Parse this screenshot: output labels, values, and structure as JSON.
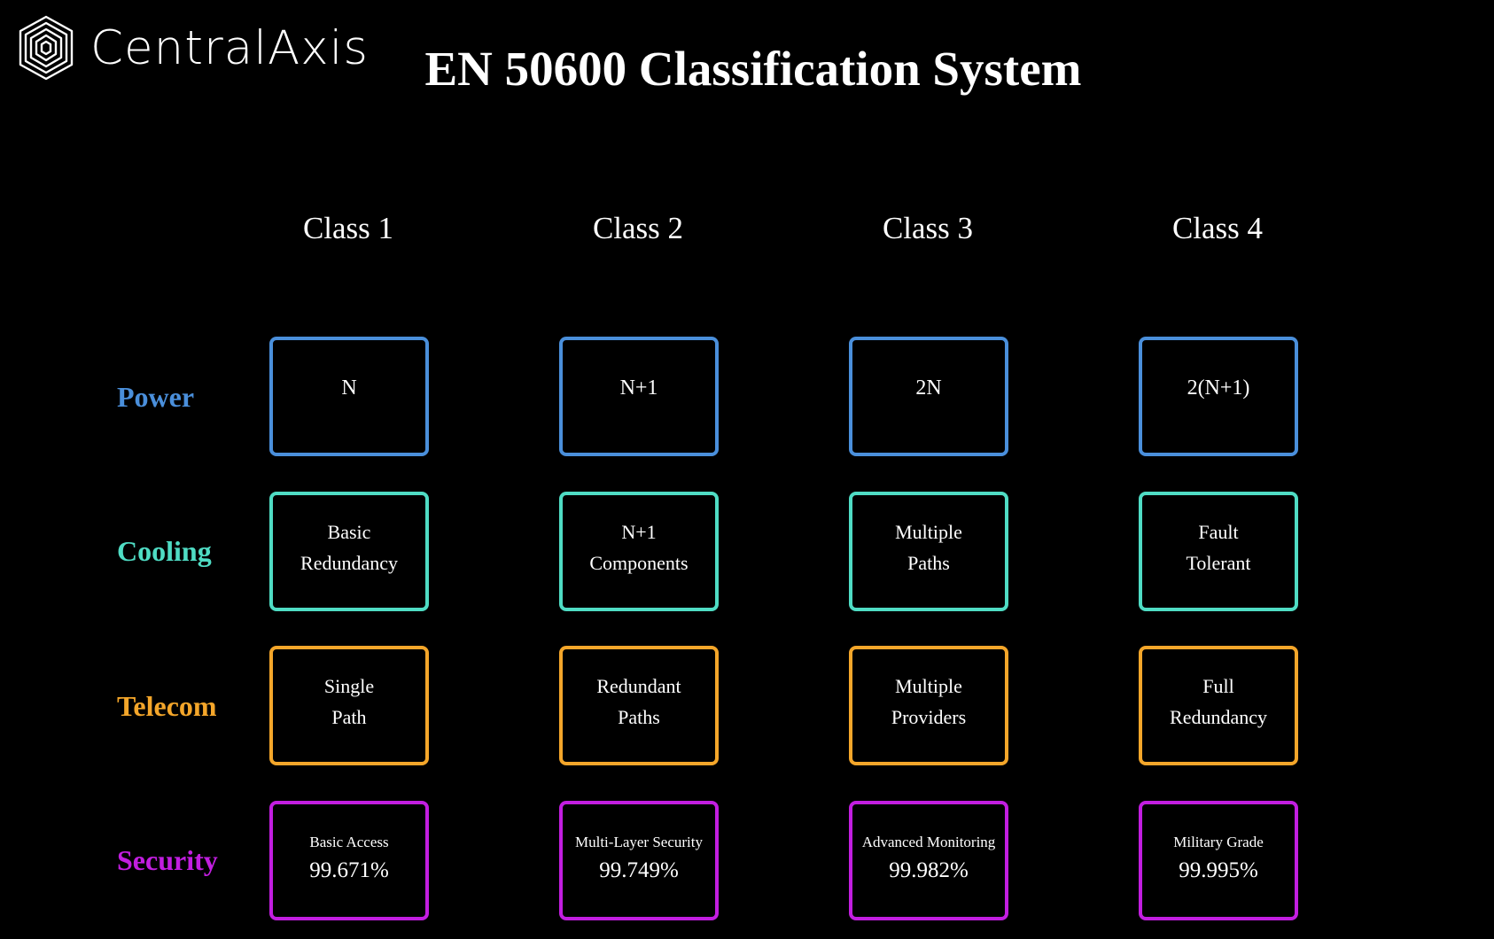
{
  "brand": {
    "name": "CentralAxis"
  },
  "title": "EN 50600 Classification System",
  "columns": [
    "Class 1",
    "Class 2",
    "Class 3",
    "Class 4"
  ],
  "colors": {
    "power": "#4a8fdb",
    "cooling": "#4fdcc4",
    "telecom": "#f4a62a",
    "security": "#c21ee0"
  },
  "rows": {
    "power": {
      "label": "Power",
      "cells": [
        {
          "text": "N"
        },
        {
          "text": "N+1"
        },
        {
          "text": "2N"
        },
        {
          "text": "2(N+1)"
        }
      ]
    },
    "cooling": {
      "label": "Cooling",
      "cells": [
        {
          "line1": "Basic",
          "line2": "Redundancy"
        },
        {
          "line1": "N+1",
          "line2": "Components"
        },
        {
          "line1": "Multiple",
          "line2": "Paths"
        },
        {
          "line1": "Fault",
          "line2": "Tolerant"
        }
      ]
    },
    "telecom": {
      "label": "Telecom",
      "cells": [
        {
          "line1": "Single",
          "line2": "Path"
        },
        {
          "line1": "Redundant",
          "line2": "Paths"
        },
        {
          "line1": "Multiple",
          "line2": "Providers"
        },
        {
          "line1": "Full",
          "line2": "Redundancy"
        }
      ]
    },
    "security": {
      "label": "Security",
      "cells": [
        {
          "name": "Basic Access",
          "availability": "99.671%"
        },
        {
          "name": "Multi-Layer Security",
          "availability": "99.749%"
        },
        {
          "name": "Advanced Monitoring",
          "availability": "99.982%"
        },
        {
          "name": "Military Grade",
          "availability": "99.995%"
        }
      ]
    }
  }
}
